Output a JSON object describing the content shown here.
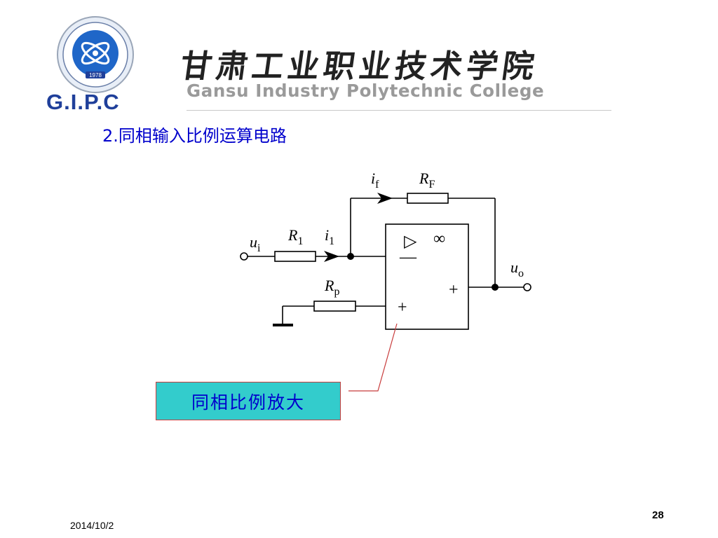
{
  "header": {
    "emblem_text": "1978",
    "acronym": "G.I.P.C",
    "college_name_cn": "甘肃工业职业技术学院",
    "college_name_en": "Gansu Industry Polytechnic College"
  },
  "section_title": "2.同相输入比例运算电路",
  "circuit": {
    "labels": {
      "i_f": "i",
      "i_f_sub": "f",
      "r_f": "R",
      "r_f_sub": "F",
      "u_i": "u",
      "u_i_sub": "i",
      "r_1": "R",
      "r_1_sub": "1",
      "i_1": "i",
      "i_1_sub": "1",
      "infinity": "∞",
      "triangle": "▷",
      "minus": "—",
      "plus_in": "+",
      "plus_out": "+",
      "u_o": "u",
      "u_o_sub": "o",
      "r_p": "R",
      "r_p_sub": "p"
    }
  },
  "callout": "同相比例放大",
  "footer": {
    "date": "2014/10/2",
    "page_number": "28"
  },
  "colors": {
    "title_blue": "#0000cc",
    "callout_fill": "#33cccc",
    "callout_border": "#c83c3c",
    "logo_blue": "#1f3f9a"
  }
}
